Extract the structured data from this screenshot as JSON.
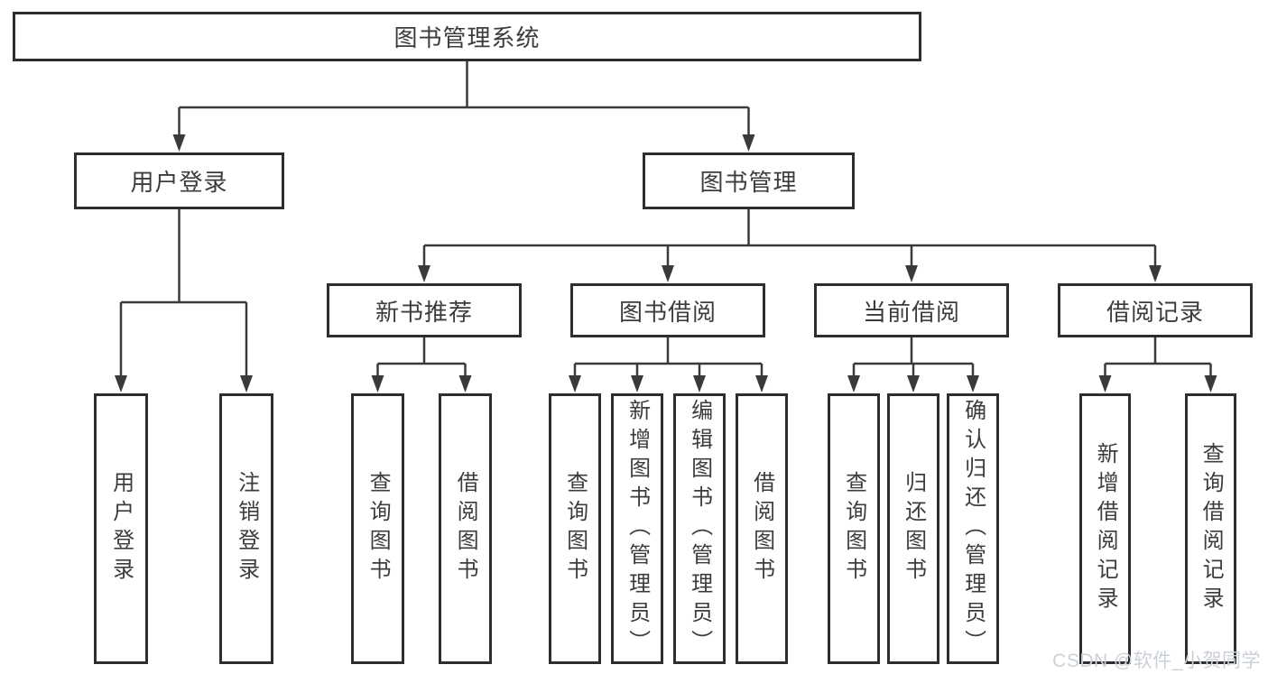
{
  "tree": {
    "label": "图书管理系统",
    "children": [
      {
        "label": "用户登录",
        "children": [
          {
            "label": "用户登录"
          },
          {
            "label": "注销登录"
          }
        ]
      },
      {
        "label": "图书管理",
        "children": [
          {
            "label": "新书推荐",
            "children": [
              {
                "label": "查询图书"
              },
              {
                "label": "借阅图书"
              }
            ]
          },
          {
            "label": "图书借阅",
            "children": [
              {
                "label": "查询图书"
              },
              {
                "label": "新增图书（管理员）"
              },
              {
                "label": "编辑图书（管理员）"
              },
              {
                "label": "借阅图书"
              }
            ]
          },
          {
            "label": "当前借阅",
            "children": [
              {
                "label": "查询图书"
              },
              {
                "label": "归还图书"
              },
              {
                "label": "确认归还（管理员）"
              }
            ]
          },
          {
            "label": "借阅记录",
            "children": [
              {
                "label": "新增借阅记录"
              },
              {
                "label": "查询借阅记录"
              }
            ]
          }
        ]
      }
    ]
  },
  "watermark": {
    "text": "CSDN @软件_小贺同学"
  },
  "colors": {
    "line": "#3a3a3a",
    "box_border": "#2e2e2e",
    "watermark": "#cbd0d8",
    "background": "#ffffff"
  }
}
